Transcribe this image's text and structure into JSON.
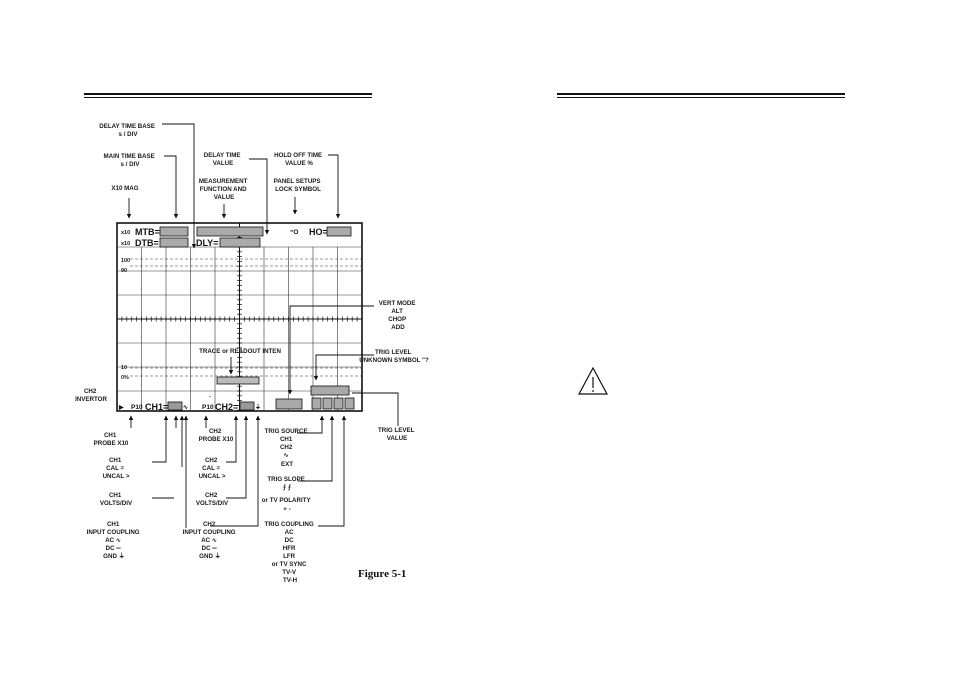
{
  "figure_caption": "Figure 5-1",
  "screen": {
    "mtb_prefix": "x10",
    "mtb_label": "MTB=",
    "dtb_prefix": "x10",
    "dtb_label": "DTB=",
    "dly_label": "DLY=",
    "lock_symbol": "⁼O",
    "ho_label": "HO=",
    "scale_100": "100",
    "scale_90": "90",
    "scale_10": "10",
    "scale_0": "0%",
    "ch1_invert_marker": "▶",
    "ch1_probe": "P10",
    "ch1_label": "CH1=",
    "ch2_probe": "P10",
    "ch2_label": "CH2="
  },
  "callouts_top": [
    {
      "id": "delay-time-base",
      "lines": [
        "DELAY TIME BASE",
        "s / DIV"
      ]
    },
    {
      "id": "main-time-base",
      "lines": [
        "MAIN TIME BASE",
        "s / DIV"
      ]
    },
    {
      "id": "x10-mag",
      "lines": [
        "X10 MAG"
      ]
    },
    {
      "id": "delay-time-value",
      "lines": [
        "DELAY TIME",
        "VALUE"
      ]
    },
    {
      "id": "measurement-function",
      "lines": [
        "MEASUREMENT",
        "FUNCTION AND",
        "VALUE"
      ]
    },
    {
      "id": "hold-off-time",
      "lines": [
        "HOLD OFF TIME",
        "VALUE %"
      ]
    },
    {
      "id": "panel-setups-lock",
      "lines": [
        "PANEL SETUPS",
        "LOCK SYMBOL"
      ]
    }
  ],
  "callouts_right": [
    {
      "id": "vert-mode",
      "lines": [
        "VERT MODE",
        "ALT",
        "CHOP",
        "ADD"
      ]
    },
    {
      "id": "trig-level-unknown",
      "lines": [
        "TRIG LEVEL",
        "UNKNOWN SYMBOL \"?"
      ]
    },
    {
      "id": "trig-level-value",
      "lines": [
        "TRIG LEVEL",
        "VALUE"
      ]
    }
  ],
  "callouts_inside": [
    {
      "id": "trace-readout-inten",
      "lines": [
        "TRACE or READOUT INTEN"
      ]
    }
  ],
  "callouts_left": [
    {
      "id": "ch2-invertor",
      "lines": [
        "CH2",
        "INVERTOR"
      ]
    }
  ],
  "callouts_bottom": [
    {
      "id": "ch1-probe",
      "lines": [
        "CH1",
        "PROBE X10"
      ]
    },
    {
      "id": "ch1-cal",
      "lines": [
        "CH1",
        "CAL  =",
        "UNCAL  >"
      ]
    },
    {
      "id": "ch1-volts",
      "lines": [
        "CH1",
        "VOLTS/DIV"
      ]
    },
    {
      "id": "ch1-coupling",
      "lines": [
        "CH1",
        "INPUT COUPLING",
        "AC  ∿",
        "DC  ═",
        "GND  ⏚"
      ]
    },
    {
      "id": "ch2-probe",
      "lines": [
        "CH2",
        "PROBE X10"
      ]
    },
    {
      "id": "ch2-cal",
      "lines": [
        "CH2",
        "CAL  =",
        "UNCAL  >"
      ]
    },
    {
      "id": "ch2-volts",
      "lines": [
        "CH2",
        "VOLTS/DIV"
      ]
    },
    {
      "id": "ch2-coupling",
      "lines": [
        "CH2",
        "INPUT COUPLING",
        "AC  ∿",
        "DC  ═",
        "GND  ⏚"
      ]
    },
    {
      "id": "trig-source",
      "lines": [
        "TRIG SOURCE",
        "CH1",
        "CH2",
        "∿",
        "EXT"
      ]
    },
    {
      "id": "trig-slope",
      "lines": [
        "TRIG SLOPE",
        "⨍    ⨍"
      ]
    },
    {
      "id": "tv-polarity",
      "lines": [
        "or TV POLARITY",
        "+       -"
      ]
    },
    {
      "id": "trig-coupling",
      "lines": [
        "TRIG COUPLING",
        "AC",
        "DC",
        "HFR",
        "LFR",
        "or  TV SYNC",
        "TV-V",
        "TV-H"
      ]
    }
  ],
  "warning_icon": "warning-triangle-icon"
}
